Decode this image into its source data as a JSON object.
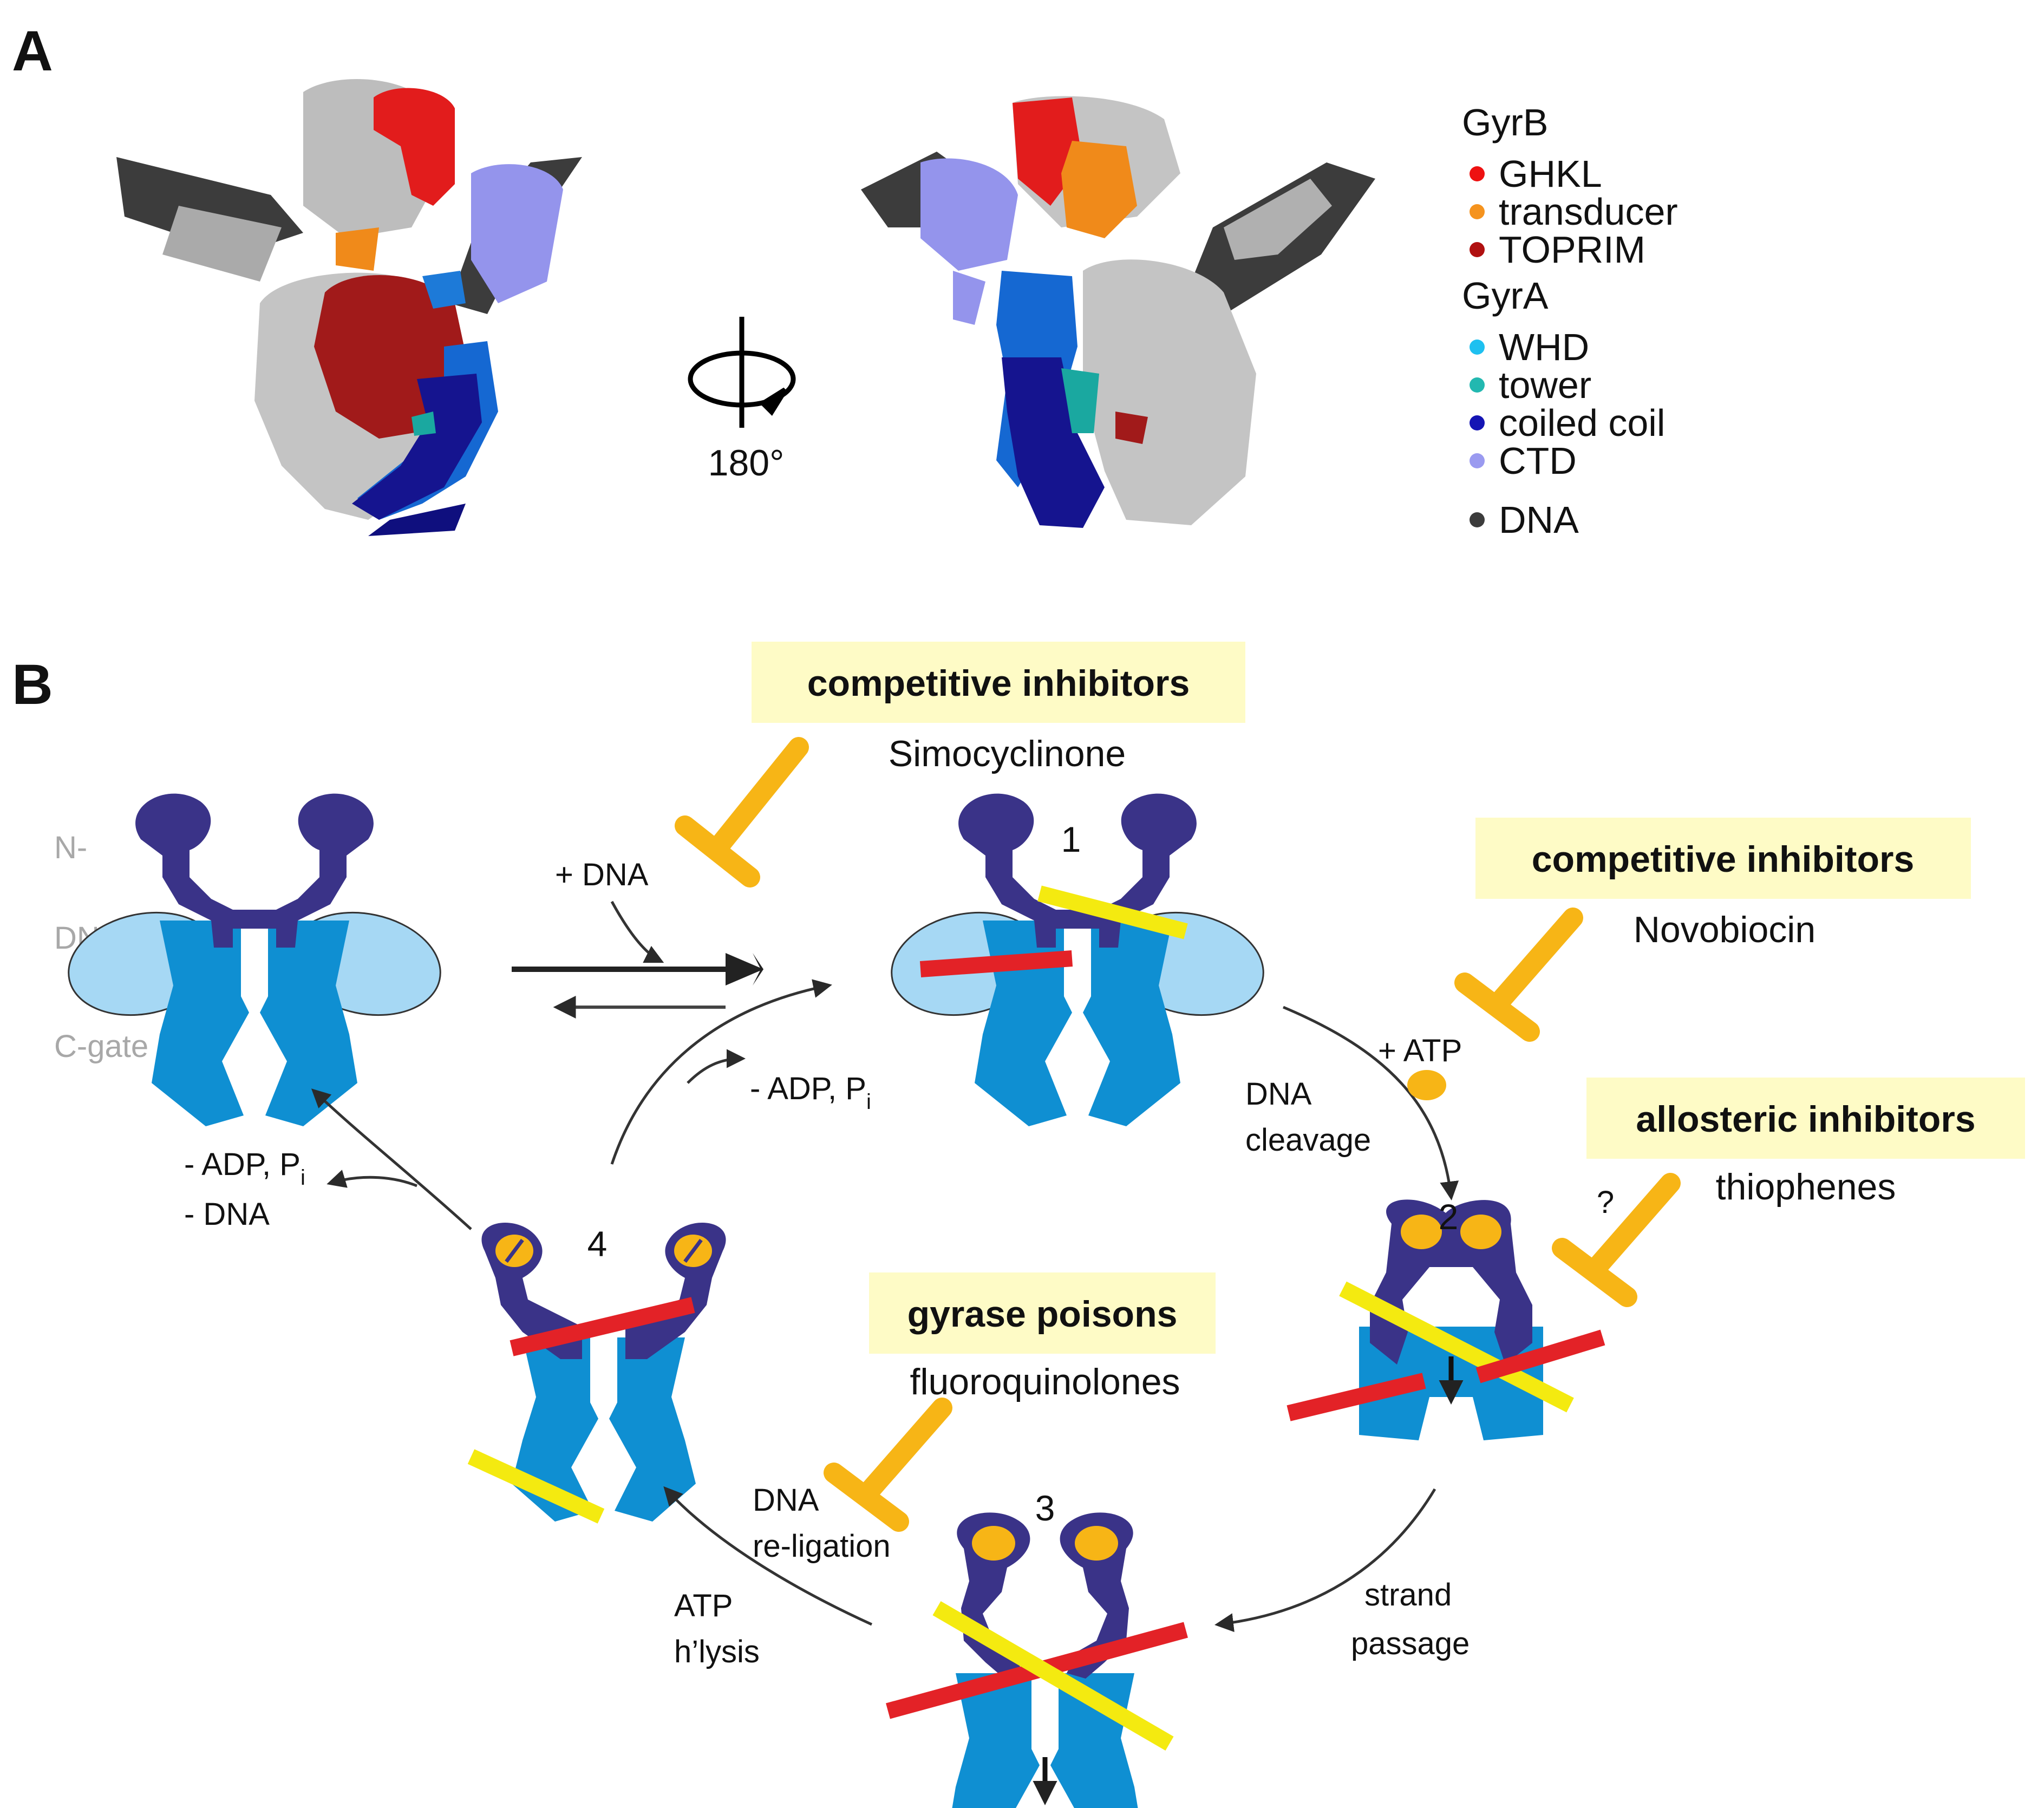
{
  "panels": {
    "a_label": "A",
    "b_label": "B"
  },
  "panel_a": {
    "rotation_label": "180°",
    "legend": {
      "gyrb_heading": "GyrB",
      "gyrb_items": [
        {
          "label": "GHKL",
          "color": "#ee1111"
        },
        {
          "label": "transducer",
          "color": "#f5931e"
        },
        {
          "label": "TOPRIM",
          "color": "#b01010"
        }
      ],
      "gyra_heading": "GyrA",
      "gyra_items": [
        {
          "label": "WHD",
          "color": "#1ec0f0"
        },
        {
          "label": "tower",
          "color": "#22b8b0"
        },
        {
          "label": "coiled coil",
          "color": "#1414b4"
        },
        {
          "label": "CTD",
          "color": "#9a9af0"
        }
      ],
      "dna_item": {
        "label": "DNA",
        "color": "#3c3c3c"
      }
    }
  },
  "panel_b": {
    "domain_labels": {
      "n_term": "N-",
      "dna_gate": "DNA-",
      "c_gate": "C-gate"
    },
    "states": {
      "s1": "1",
      "s2": "2",
      "s3": "3",
      "s4": "4"
    },
    "inhibitor_boxes": {
      "box1": {
        "title": "competitive inhibitors",
        "drug": "Simocyclinone"
      },
      "box2": {
        "title": "competitive inhibitors",
        "drug": "Novobiocin"
      },
      "box3": {
        "title": "allosteric inhibitors",
        "drug": "thiophenes",
        "mark": "?"
      },
      "box4": {
        "title": "gyrase poisons",
        "drug": "fluoroquinolones"
      }
    },
    "steps": {
      "plus_dna": "+ DNA",
      "plus_atp": "+ ATP",
      "dna_cleavage_1": "DNA",
      "dna_cleavage_2": "cleavage",
      "strand_passage_1": "strand",
      "strand_passage_2": "passage",
      "religation_1": "DNA",
      "religation_2": "re-ligation",
      "atp_hydrolysis_1": "ATP",
      "atp_hydrolysis_2": "h’lysis",
      "release_adp_prefix": "- ADP, P",
      "release_adp_sub": "i",
      "release_dna": "- DNA",
      "minus_adp_prefix": "- ADP, P",
      "minus_adp_sub": "i"
    },
    "colors": {
      "gyrb": "#3a3388",
      "gyra": "#0f8fd2",
      "gyra_light": "#a6d8f4",
      "g_segment": "#e32227",
      "t_segment": "#f4ea10",
      "inhibitor": "#f7b516",
      "atp": "#f7b516",
      "box_fill": "#fefbc6"
    }
  }
}
